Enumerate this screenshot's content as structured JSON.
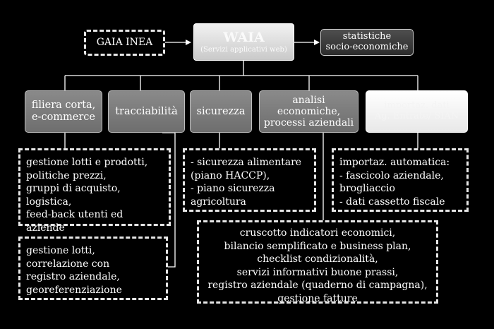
{
  "nodes": {
    "gaia_inea": "GAIA INEA",
    "waia_title": "WAIA",
    "waia_subtitle": "(Servizi applicativi web)",
    "statistiche": [
      "statistiche",
      "socio-economiche"
    ],
    "filiera": [
      "filiera corta,",
      "e-commerce"
    ],
    "tracciabilita": "tracciabilità",
    "sicurezza": "sicurezza",
    "analisi": [
      "analisi",
      "economiche,",
      "processi aziendali"
    ],
    "importaz": [
      "importaz. dati",
      "Ag. Entrate/ SIAN"
    ]
  },
  "notes": {
    "filiera_details": [
      "gestione lotti e prodotti,",
      "politiche prezzi,",
      "gruppi di acquisto,",
      "logistica,",
      "feed-back utenti ed aziende"
    ],
    "tracciabilita_details": [
      "gestione lotti,",
      "correlazione con",
      "registro aziendale,",
      "georeferenziazione"
    ],
    "sicurezza_details": [
      "- sicurezza alimentare",
      "(piano HACCP),",
      "- piano sicurezza",
      "agricoltura"
    ],
    "importaz_details": [
      "importaz. automatica:",
      "- fascicolo  aziendale,",
      "brogliaccio",
      "- dati cassetto fiscale"
    ],
    "analisi_details": [
      "cruscotto indicatori economici,",
      "bilancio semplificato e business plan,",
      "checklist condizionalità,",
      "servizi informativi buone prassi,",
      "registro aziendale (quaderno di campagna),",
      "gestione fatture"
    ]
  },
  "colors": {
    "background": "#000000",
    "connector": "#ffffff",
    "grey_box": "#7a7a7a",
    "dark_box": "#3a3a3a",
    "light_box": "#f0f0f0"
  }
}
